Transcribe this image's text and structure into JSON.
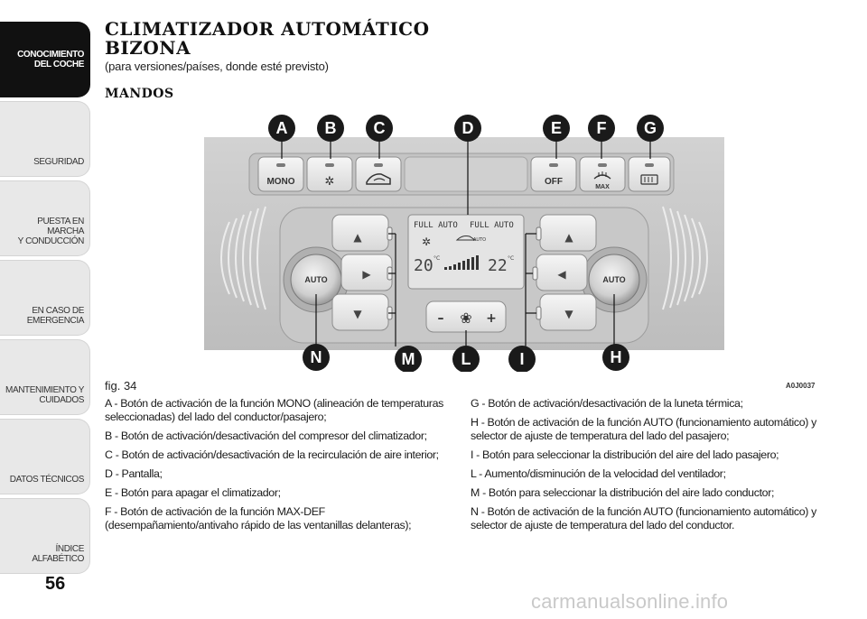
{
  "sidebar": {
    "tabs": [
      {
        "label": "CONOCIMIENTO\nDEL COCHE",
        "active": true
      },
      {
        "label": "SEGURIDAD",
        "active": false
      },
      {
        "label": "PUESTA EN MARCHA\nY CONDUCCIÓN",
        "active": false
      },
      {
        "label": "EN CASO DE\nEMERGENCIA",
        "active": false
      },
      {
        "label": "MANTENIMIENTO Y\nCUIDADOS",
        "active": false
      },
      {
        "label": "DATOS TÉCNICOS",
        "active": false
      },
      {
        "label": "ÍNDICE ALFABÉTICO",
        "active": false
      }
    ]
  },
  "page_number": "56",
  "title": "CLIMATIZADOR AUTOMÁTICO BIZONA",
  "subtitle": "(para versiones/países, donde esté previsto)",
  "section_heading": "MANDOS",
  "figure": {
    "caption": "fig. 34",
    "code": "A0J0037",
    "callout_letters": [
      "A",
      "B",
      "C",
      "D",
      "E",
      "F",
      "G",
      "N",
      "M",
      "L",
      "I",
      "H"
    ],
    "panel": {
      "mono_label": "MONO",
      "off_label": "OFF",
      "max_label": "MAX",
      "auto_left": "AUTO",
      "auto_right": "AUTO",
      "display_left_mode": "FULL AUTO",
      "display_right_mode": "FULL AUTO",
      "display_auto_small": "AUTO",
      "temp_left": "20",
      "temp_right": "22",
      "temp_unit": "°C",
      "fan_minus": "–",
      "fan_plus": "+"
    }
  },
  "legend": {
    "left": [
      "A - Botón de activación de la función MONO (alineación de temperaturas seleccionadas) del lado del conductor/pasajero;",
      "B - Botón de activación/desactivación del compresor del climatizador;",
      "C - Botón de activación/desactivación de la recirculación de aire interior;",
      "D - Pantalla;",
      "E - Botón para apagar el climatizador;",
      "F - Botón de activación de la función MAX-DEF (desempañamiento/antivaho rápido de las ventanillas delanteras);"
    ],
    "right": [
      "G - Botón de activación/desactivación de la luneta térmica;",
      "H - Botón de activación de la función AUTO (funcionamiento automático) y selector de ajuste de temperatura del lado del pasajero;",
      "I - Botón para seleccionar la distribución del aire del lado pasajero;",
      "L - Aumento/disminución de la velocidad del ventilador;",
      "M - Botón para seleccionar la distribución del aire lado conductor;",
      "N - Botón de activación de la función AUTO (funcionamiento automático) y selector de ajuste de temperatura del lado del conductor."
    ]
  },
  "watermark": "carmanualsonline.info"
}
